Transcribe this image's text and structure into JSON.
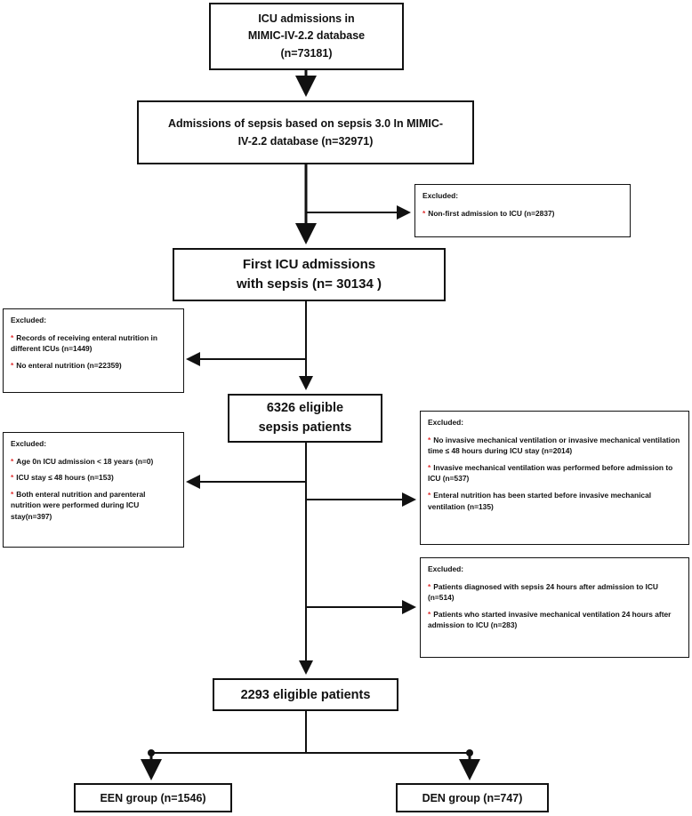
{
  "boxes": {
    "icu_admissions": "ICU admissions in\nMIMIC-IV-2.2 database\n(n=73181)",
    "sepsis_admissions": "Admissions of sepsis based on sepsis 3.0 In MIMIC-\nIV-2.2 database (n=32971)",
    "first_icu": "First ICU admissions\nwith sepsis (n= 30134 )",
    "eligible_sepsis": "6326 eligible\nsepsis patients",
    "eligible_patients": "2293 eligible patients",
    "een_group": "EEN group (n=1546)",
    "den_group": "DEN group (n=747)"
  },
  "exclusions": {
    "ex1": {
      "header": "Excluded:",
      "items": [
        "Non-first admission to ICU (n=2837)"
      ]
    },
    "ex2": {
      "header": "Excluded:",
      "items": [
        "Records of receiving enteral nutrition in different ICUs (n=1449)",
        "No enteral nutrition (n=22359)"
      ]
    },
    "ex3": {
      "header": "Excluded:",
      "items": [
        "Age 0n ICU admission < 18 years (n=0)",
        "ICU stay ≤ 48 hours (n=153)",
        "Both enteral nutrition and parenteral nutrition were performed during ICU stay(n=397)"
      ]
    },
    "ex4": {
      "header": "Excluded:",
      "items": [
        "No invasive mechanical ventilation or invasive mechanical ventilation time ≤ 48 hours during ICU stay (n=2014)",
        "Invasive mechanical ventilation was performed before admission to ICU (n=537)",
        "Enteral nutrition has been started before invasive mechanical ventilation (n=135)"
      ]
    },
    "ex5": {
      "header": "Excluded:",
      "items": [
        "Patients diagnosed with sepsis 24 hours after admission to ICU (n=514)",
        "Patients who started invasive mechanical ventilation 24 hours after admission to ICU (n=283)"
      ]
    }
  },
  "bullet_symbol": "*",
  "colors": {
    "bullet": "#e03030",
    "line": "#111111"
  }
}
